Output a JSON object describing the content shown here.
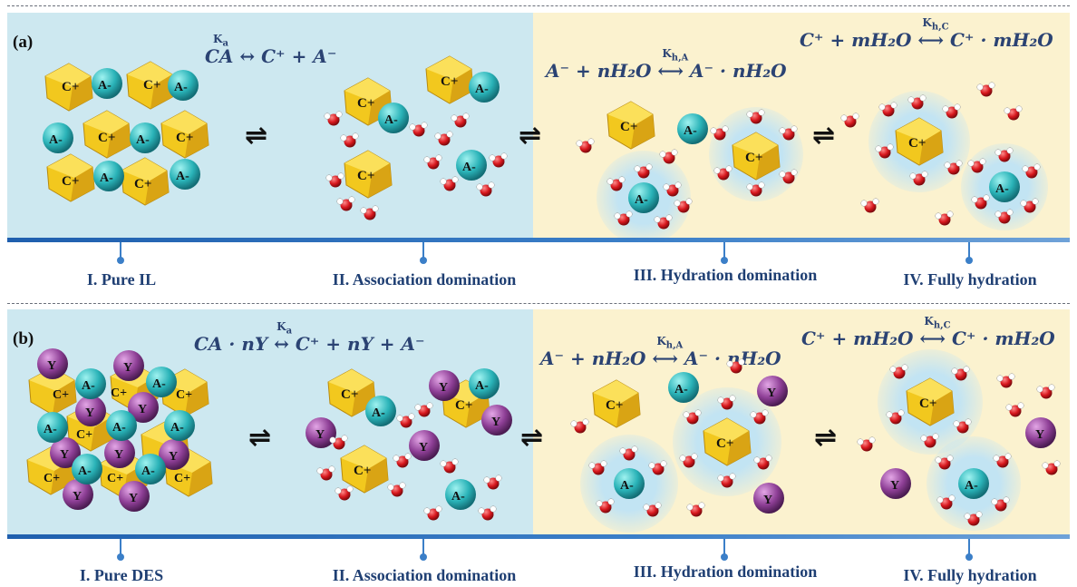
{
  "panels": [
    {
      "label": "(a)",
      "equations": {
        "dissociation": [
          "CA",
          "K",
          "a",
          "C⁺ + A⁻"
        ],
        "anion_hydration": [
          "A⁻ + nH₂O",
          "K",
          "h,A",
          "A⁻ · nH₂O"
        ],
        "cation_hydration": [
          "C⁺ + mH₂O",
          "K",
          "h,C",
          "C⁺ · mH₂O"
        ]
      },
      "stages": [
        "I. Pure IL",
        "II. Association domination",
        "III. Hydration domination",
        "IV. Fully hydration"
      ]
    },
    {
      "label": "(b)",
      "equations": {
        "dissociation": [
          "CA · nY",
          "K",
          "a",
          "C⁺ + nY + A⁻"
        ],
        "anion_hydration": [
          "A⁻ + nH₂O",
          "K",
          "h,A",
          "A⁻ · nH₂O"
        ],
        "cation_hydration": [
          "C⁺ + mH₂O",
          "K",
          "h,C",
          "C⁺ · mH₂O"
        ]
      },
      "stages": [
        "I. Pure DES",
        "II. Association domination",
        "III. Hydration domination",
        "IV. Fully hydration"
      ]
    }
  ],
  "species": {
    "cation": "C+",
    "anion": "A-",
    "hbd": "Y"
  },
  "equilibrium_symbol": "⇌",
  "colors": {
    "left_background": "#cde8f0",
    "right_background": "#fbf2cf",
    "cation": "#f2c81e",
    "anion": "#2ab3b8",
    "hbd": "#8e3f96",
    "oxygen": "#d6161c",
    "hydrogen": "#ffffff",
    "hydration_shell": "#bfe3f5",
    "stage_text": "#1f3f73",
    "axis": "#3b7fc8"
  }
}
